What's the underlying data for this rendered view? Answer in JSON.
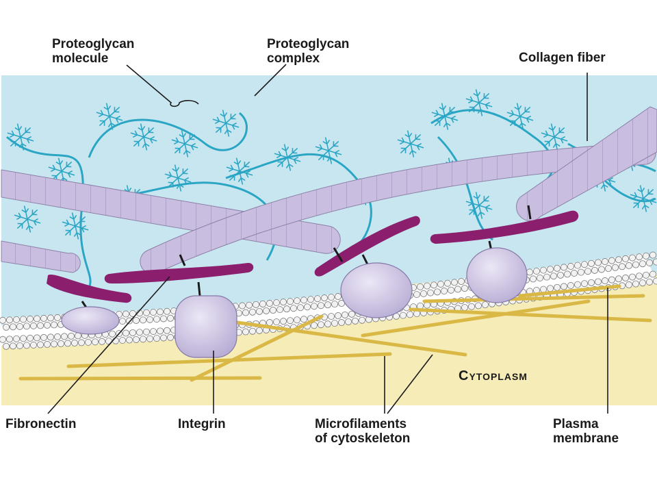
{
  "labels": {
    "proteoglycan_molecule": [
      "Proteoglycan",
      "molecule"
    ],
    "proteoglycan_complex": [
      "Proteoglycan",
      "complex"
    ],
    "collagen_fiber": "Collagen fiber",
    "fibronectin": "Fibronectin",
    "integrin": "Integrin",
    "microfilaments": [
      "Microfilaments",
      "of cytoskeleton"
    ],
    "plasma_membrane": [
      "Plasma",
      "membrane"
    ],
    "cytoplasm": "Cytoplasm"
  },
  "colors": {
    "extracellular_fluid": "#c8e6f0",
    "cytoplasm": "#f6ecb8",
    "collagen": "#c9bedf",
    "proteoglycan": "#2aa6c4",
    "fibronectin": "#8b1f6e",
    "integrin": "#cfc6e4",
    "microfilament": "#d9b846",
    "phospholipid_head": "#f2f2f2"
  }
}
